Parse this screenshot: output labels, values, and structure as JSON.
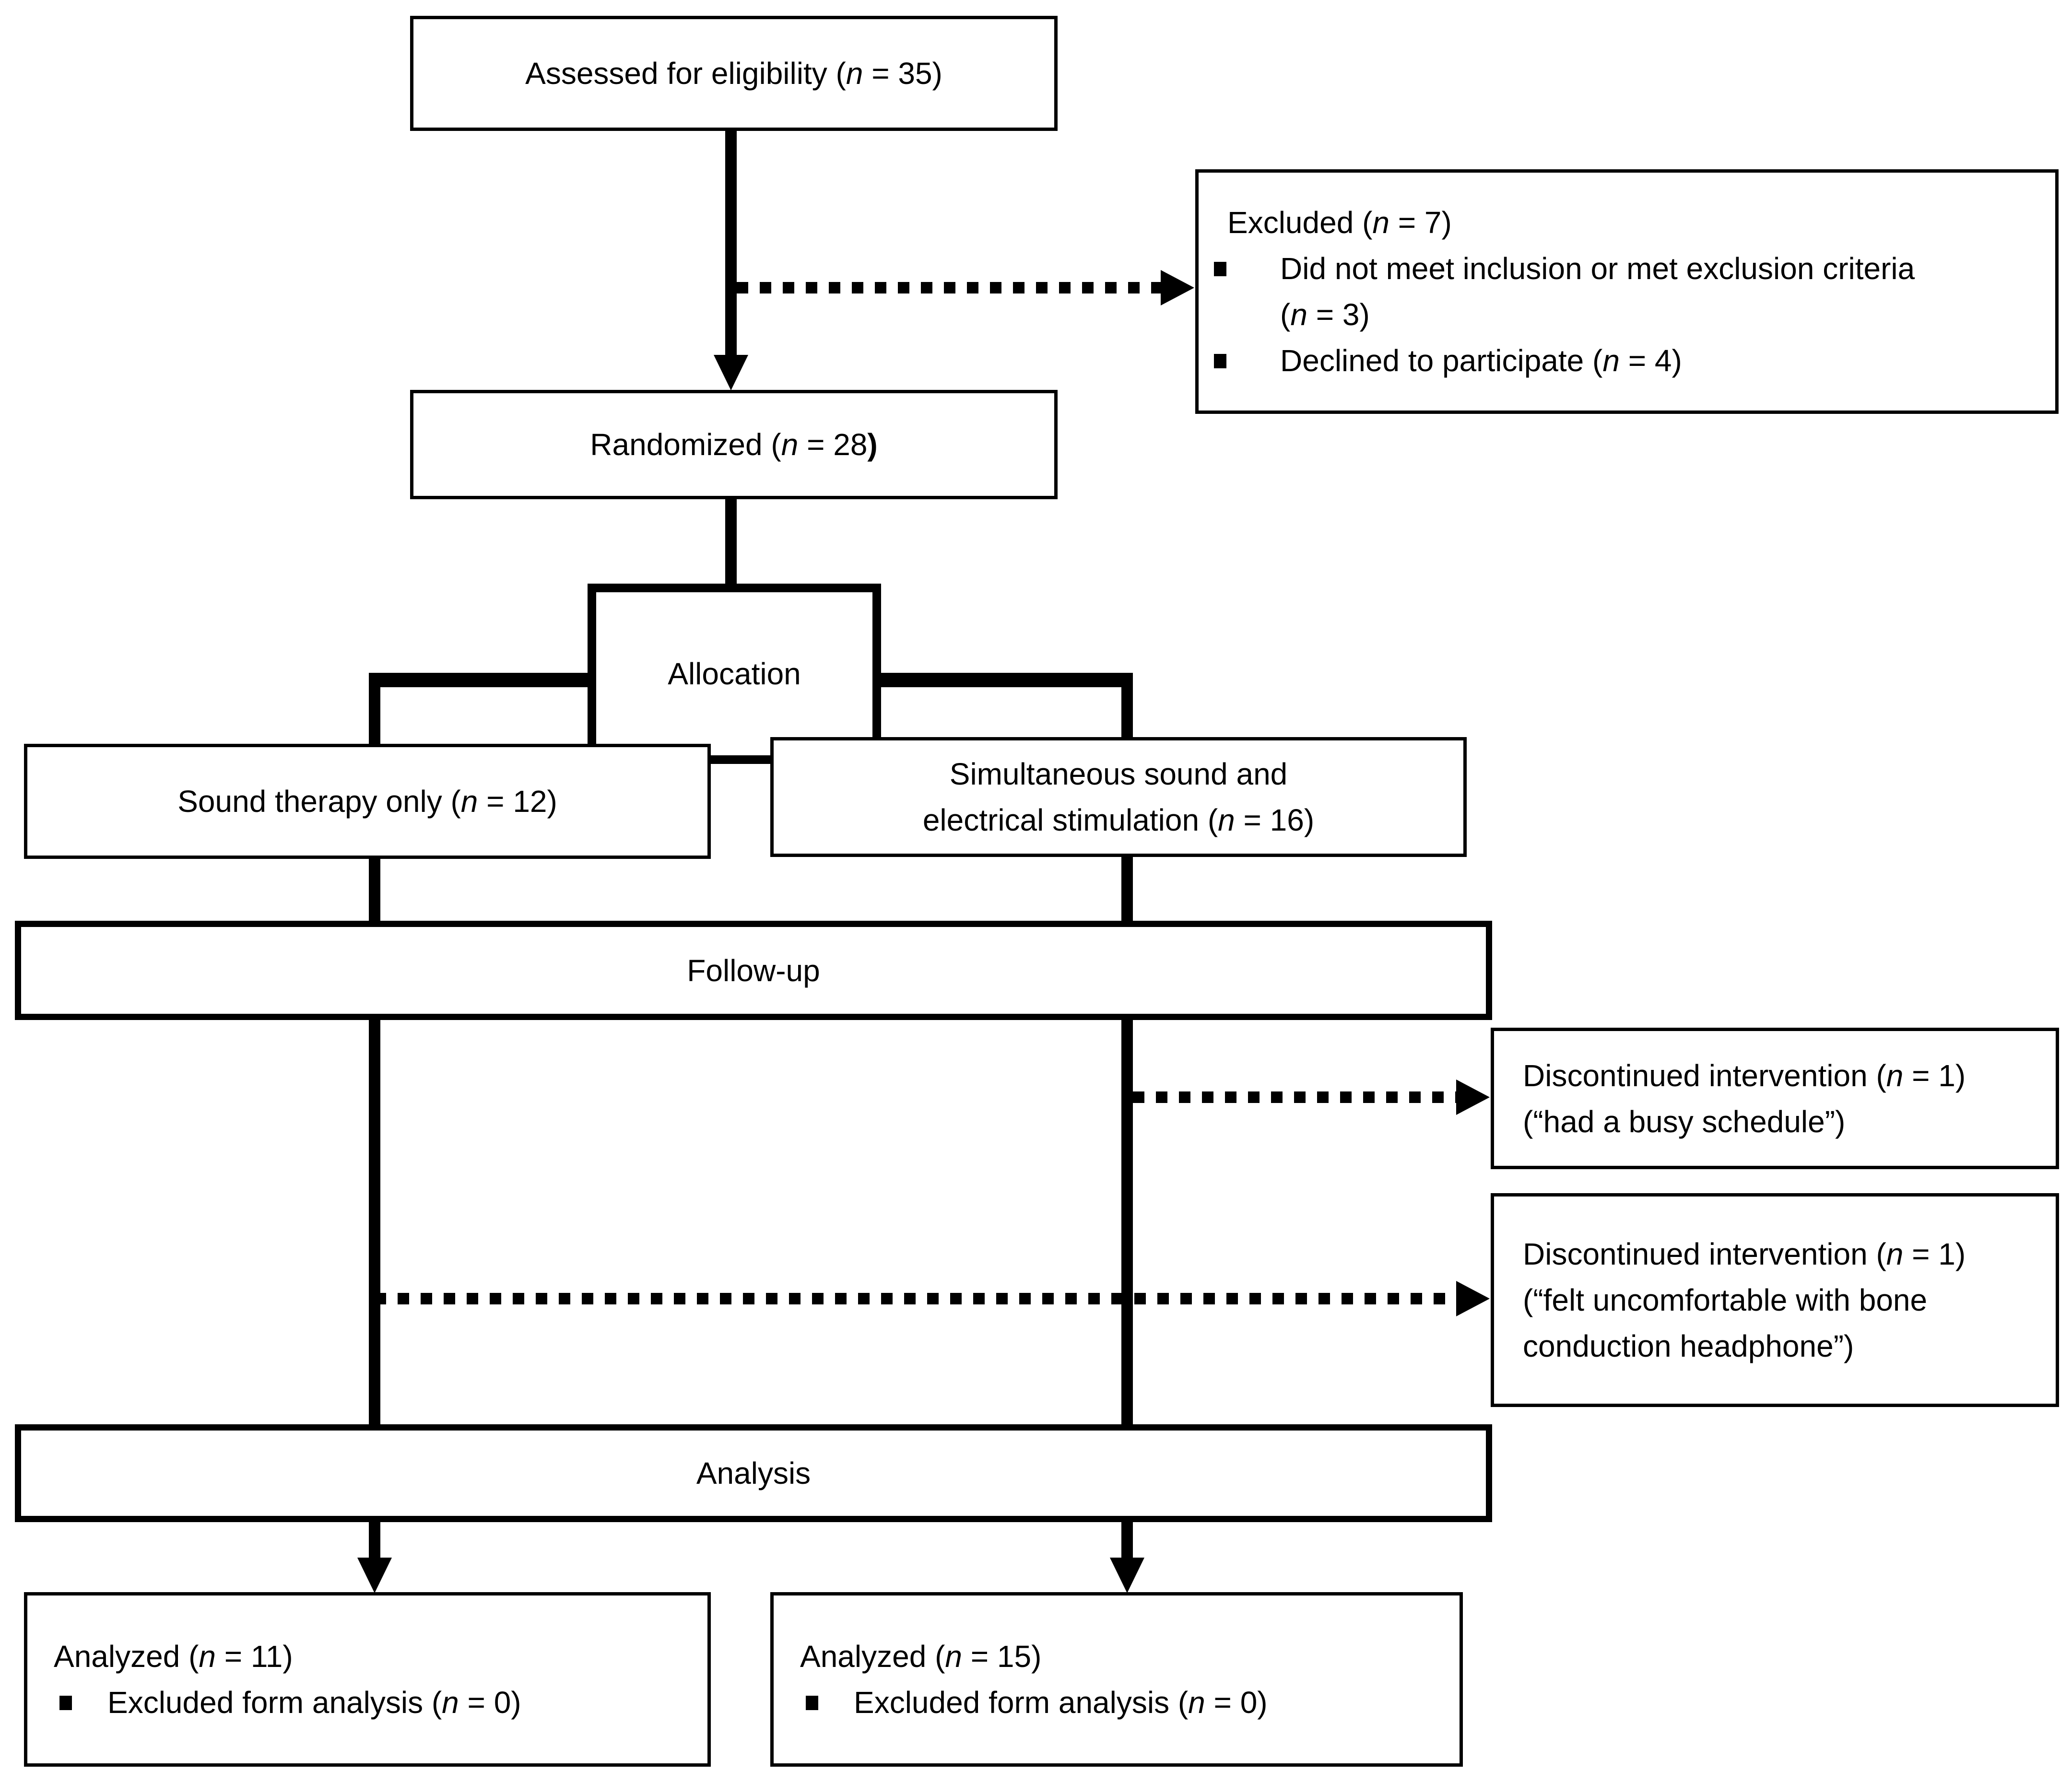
{
  "figure": {
    "type": "consort-flow-diagram",
    "colors": {
      "ink": "#000000",
      "background": "#ffffff"
    }
  },
  "nodes": {
    "assessed": {
      "label": "Assessed for eligibility (*n* = 35)"
    },
    "excluded": {
      "title": "Excluded (*n* = 7)",
      "bullets": [
        "Did not meet inclusion or met exclusion criteria\n(*n* = 3)",
        "Declined to participate (*n* = 4)"
      ]
    },
    "randomized": {
      "label": "Randomized (*n* = 28**)**"
    },
    "allocation": {
      "label": "Allocation"
    },
    "arm_sound_only": {
      "label": "Sound therapy only (*n* = 12)"
    },
    "arm_simultaneous": {
      "label": "Simultaneous sound and\nelectrical stimulation (*n* = 16)"
    },
    "followup": {
      "label": "Follow-up"
    },
    "discontinued_simultaneous": {
      "label": "Discontinued intervention (*n* = 1)\n(“had a busy schedule”)"
    },
    "discontinued_sound_only": {
      "label": "Discontinued intervention (*n* = 1)\n(“felt uncomfortable with bone\nconduction headphone”)"
    },
    "analysis": {
      "label": "Analysis"
    },
    "analyzed_sound_only": {
      "title": "Analyzed (*n* = 11)",
      "bullets": [
        "Excluded form analysis (*n* = 0)"
      ]
    },
    "analyzed_simultaneous": {
      "title": "Analyzed (*n* = 15)",
      "bullets": [
        "Excluded form analysis (*n* = 0)"
      ]
    }
  }
}
